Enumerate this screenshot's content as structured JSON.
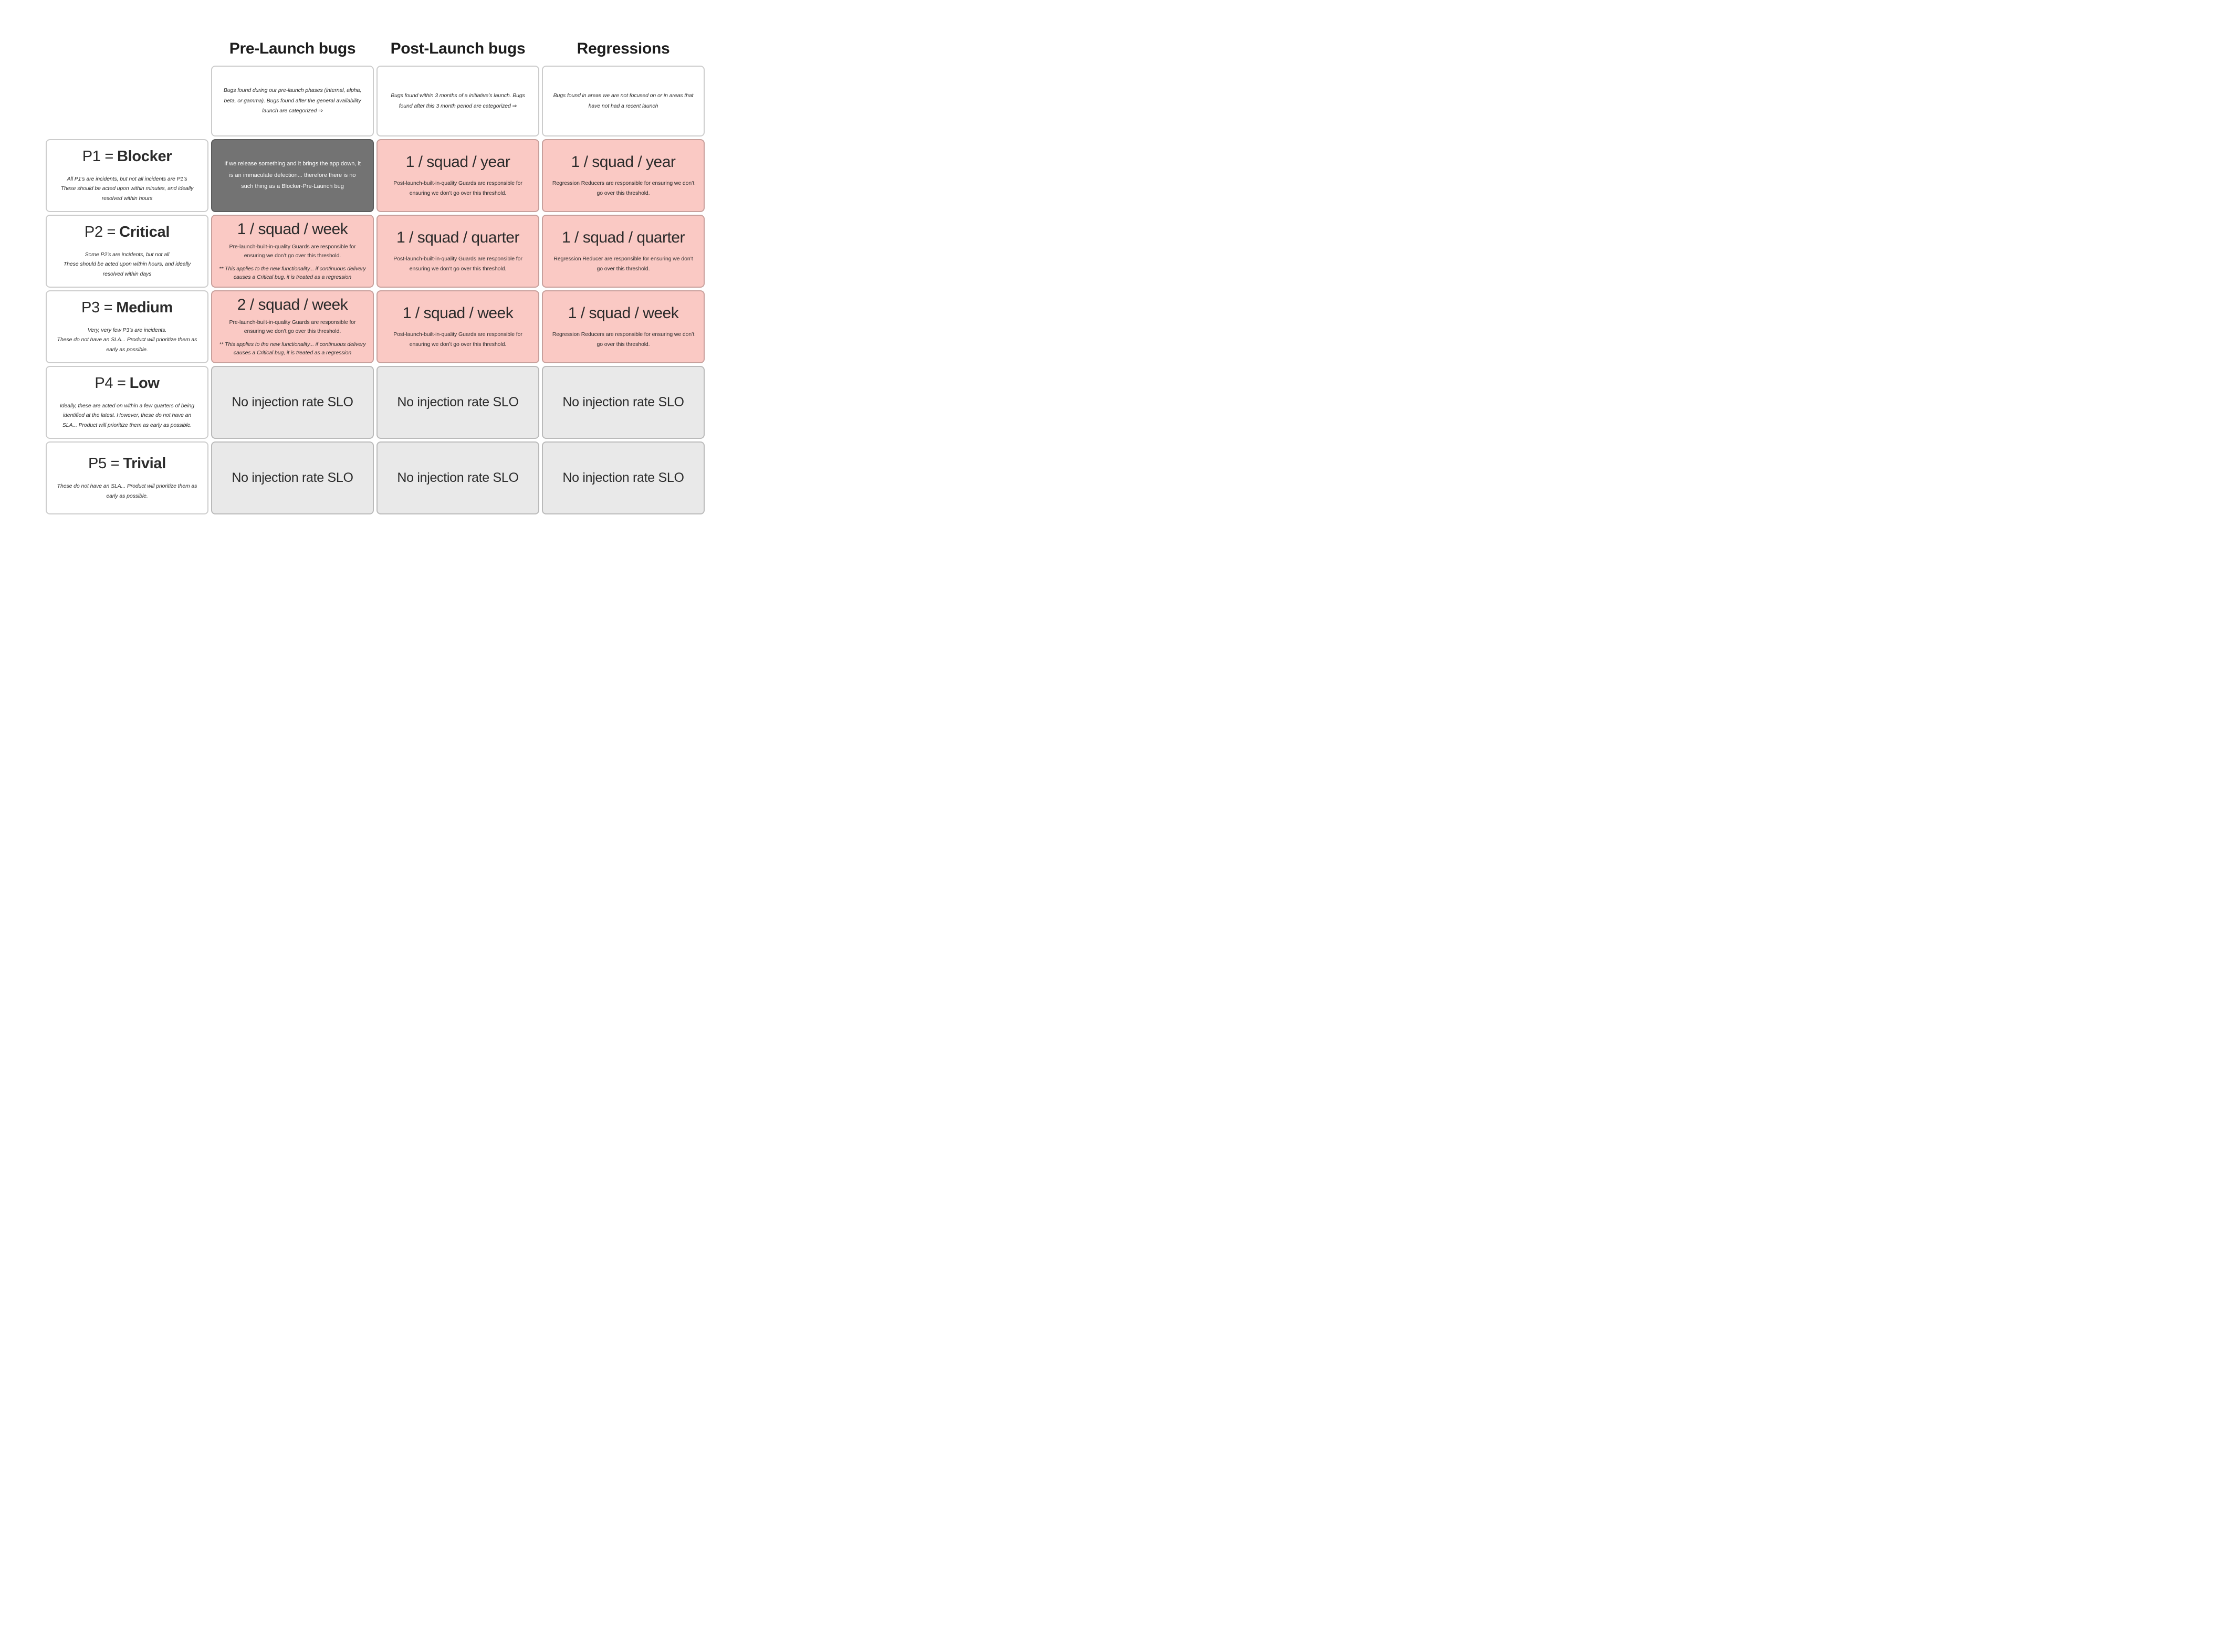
{
  "palette": {
    "page_bg": "#ffffff",
    "card_white": "#ffffff",
    "card_pink": "#fac9c4",
    "card_dark": "#737373",
    "card_gray": "#e9e9e9",
    "border": "rgba(0,0,0,0.20)",
    "text_dark": "#2e2e2e",
    "text_light": "#ffffff"
  },
  "columns": [
    {
      "title": "Pre-Launch bugs",
      "description": "Bugs found during our pre-launch phases (internal, alpha, beta, or gamma). Bugs found after the general availability launch are categorized ⇒"
    },
    {
      "title": "Post-Launch bugs",
      "description": "Bugs found within 3 months of a initiative’s launch.  Bugs found after this 3 month period are categorized ⇒"
    },
    {
      "title": "Regressions",
      "description": "Bugs found in areas we are not focused on or in areas that have not had a recent launch"
    }
  ],
  "rows": [
    {
      "label": {
        "prefix": "P1 =",
        "name": "Blocker",
        "description": "All P1’s are incidents, but not all incidents are P1’s\nThese should be acted upon within minutes, and ideally resolved within hours"
      },
      "cells": [
        {
          "type": "dark-note",
          "text": "If we release something and it brings the app down, it is an immaculate defection... therefore there is no such thing as a Blocker-Pre-Launch bug"
        },
        {
          "type": "slo",
          "value": "1 / squad / year",
          "note": "Post-launch-built-in-quality Guards are responsible for ensuring we don’t go over this threshold."
        },
        {
          "type": "slo",
          "value": "1 / squad / year",
          "note": "Regression Reducers are responsible for ensuring we don’t go over this threshold."
        }
      ]
    },
    {
      "label": {
        "prefix": "P2 =",
        "name": "Critical",
        "description": "Some P2’s are incidents, but not all\nThese should be acted upon within hours, and ideally resolved within days"
      },
      "cells": [
        {
          "type": "slo",
          "value": "1 / squad / week",
          "note": "Pre-launch-built-in-quality Guards are responsible for ensuring we don’t go over this threshold.",
          "footnote": "** This applies to the new functionality... if continuous delivery causes a Critical bug, it is treated as a regression"
        },
        {
          "type": "slo",
          "value": "1 / squad / quarter",
          "note": "Post-launch-built-in-quality Guards are responsible for ensuring we don’t go over this threshold."
        },
        {
          "type": "slo",
          "value": "1 / squad / quarter",
          "note": "Regression Reducer are responsible for ensuring we don’t go over this threshold."
        }
      ]
    },
    {
      "label": {
        "prefix": "P3 =",
        "name": "Medium",
        "description": "Very, very few P3’s are incidents.\nThese do not have an SLA... Product will prioritize them as early as possible."
      },
      "cells": [
        {
          "type": "slo",
          "value": "2 / squad / week",
          "note": "Pre-launch-built-in-quality Guards are responsible for ensuring we don’t go over this threshold.",
          "footnote": "** This applies to the new functionality... if continuous delivery causes a Critical bug, it is treated as a regression"
        },
        {
          "type": "slo",
          "value": "1 / squad / week",
          "note": "Post-launch-built-in-quality Guards are responsible for ensuring we don’t go over this threshold."
        },
        {
          "type": "slo",
          "value": "1 / squad / week",
          "note": "Regression Reducers are responsible for ensuring we don’t go over this threshold."
        }
      ]
    },
    {
      "label": {
        "prefix": "P4 =",
        "name": "Low",
        "description": "Ideally, these are acted on within a few quarters of being identified at the latest. However, these do not have an SLA... Product will prioritize them as early as possible."
      },
      "cells": [
        {
          "type": "no-slo",
          "value": "No injection rate SLO"
        },
        {
          "type": "no-slo",
          "value": "No injection rate SLO"
        },
        {
          "type": "no-slo",
          "value": "No injection rate SLO"
        }
      ]
    },
    {
      "label": {
        "prefix": "P5 =",
        "name": "Trivial",
        "description": "These do not have an SLA... Product will prioritize them as early as possible."
      },
      "cells": [
        {
          "type": "no-slo",
          "value": "No injection rate SLO"
        },
        {
          "type": "no-slo",
          "value": "No injection rate SLO"
        },
        {
          "type": "no-slo",
          "value": "No injection rate SLO"
        }
      ]
    }
  ]
}
